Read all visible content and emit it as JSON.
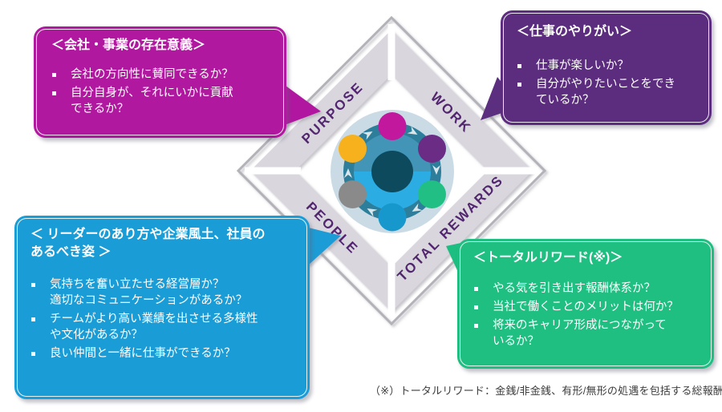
{
  "diamond": {
    "edge_labels": {
      "purpose": "PURPOSE",
      "work": "WORK",
      "people": "PEOPLE",
      "total_rewards": "TOTAL REWARDS"
    },
    "band_color": "#d9d6de",
    "outline_color": "#b4b2b9",
    "label_color": "#52266f",
    "icon": {
      "name": "team-cycle-icon",
      "outer_circle_color": "#cbdbe5",
      "disc_color": "#2d7e9b",
      "ring_top_color": "#4395b7",
      "ring_bottom_color": "#2bace2",
      "core_color": "#0e4a5e",
      "dot_colors": [
        "#c1189d",
        "#f6b11d",
        "#6a2c84",
        "#8a8a8a",
        "#21bf84",
        "#1798cd"
      ]
    }
  },
  "callouts": {
    "purpose": {
      "accent": "#b118a0",
      "title_lines": [
        "＜会社・事業の存在意義＞"
      ],
      "bullets": [
        "会社の方向性に賛同できるか？",
        "自分自身が、それにいかに貢献\nできるか？"
      ]
    },
    "work": {
      "accent": "#5c2d7f",
      "title_lines": [
        "＜仕事のやりがい＞"
      ],
      "bullets": [
        "仕事が楽しいか？",
        "自分がやりたいことをでき\nているか？"
      ]
    },
    "people": {
      "accent": "#1a9cd6",
      "title_lines": [
        "＜ リーダーのあり方や企業風土、社員の",
        "あるべき姿 ＞"
      ],
      "bullets": [
        "気持ちを奮い立たせる経営層か？\n適切なコミュニケーションがあるか？",
        "チームがより高い業績を出させる多様性\nや文化があるか？",
        "良い仲間と一緒に仕事ができるか？"
      ]
    },
    "total_rewards": {
      "accent": "#1fbe81",
      "title_lines": [
        "＜トータルリワード(※)＞"
      ],
      "bullets": [
        "やる気を引き出す報酬体系か？",
        "当社で働くことのメリットは何か？",
        "将来のキャリア形成につながって\nいるか？"
      ]
    }
  },
  "footnote": "（※）トータルリワード：金銭/非金銭、有形/無形の処遇を包括する総報酬"
}
